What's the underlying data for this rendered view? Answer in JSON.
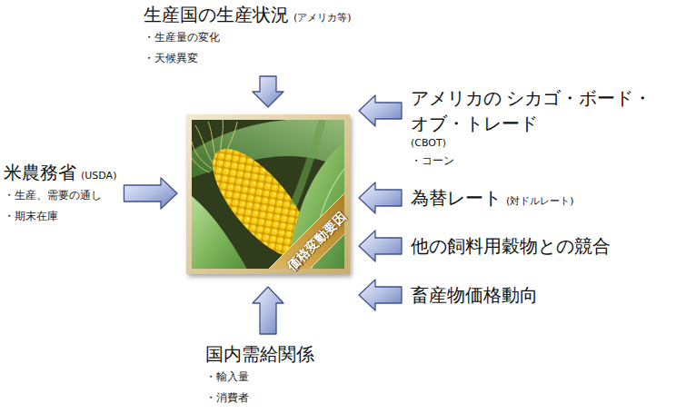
{
  "diagram": {
    "nodes": [
      {
        "text": [
          "生産国の生産状況",
          "(アメリカ等)",
          "・生産量の変化",
          "・天候異変"
        ]
      },
      {
        "text": [
          "アメリカの シカゴ・ボード・オブ・トレード",
          "(CBOT)",
          "・コーン"
        ]
      },
      {
        "text": [
          "米農務省",
          "(USDA)",
          "・生産、需要の通し",
          "・期末在庫"
        ]
      },
      {
        "text": [
          "価格変動要因"
        ]
      },
      {
        "text": [
          "為替レート",
          "(対ドルレート)"
        ]
      },
      {
        "text": [
          "他の飼料用穀物との競合"
        ]
      },
      {
        "text": [
          "畜産物価格動向"
        ]
      },
      {
        "text": [
          "国内需給関係",
          "・輸入量",
          "・消費者"
        ]
      }
    ],
    "edges": [
      {
        "from": 0,
        "to": 3,
        "arrow": "to"
      },
      {
        "from": 1,
        "to": 3,
        "arrow": "to"
      },
      {
        "from": 2,
        "to": 3,
        "arrow": "to"
      },
      {
        "from": 4,
        "to": 3,
        "arrow": "to"
      },
      {
        "from": 5,
        "to": 3,
        "arrow": "to"
      },
      {
        "from": 6,
        "to": 3,
        "arrow": "to"
      },
      {
        "from": 7,
        "to": 3,
        "arrow": "to"
      }
    ]
  }
}
